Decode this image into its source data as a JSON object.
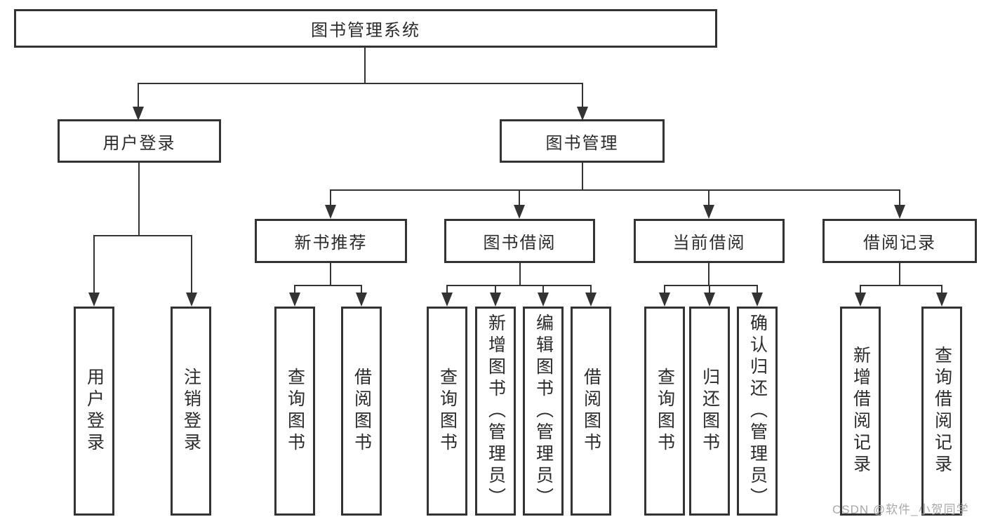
{
  "tree": {
    "label": "图书管理系统",
    "children": [
      {
        "label": "用户登录",
        "children": [
          {
            "label": "用户登录"
          },
          {
            "label": "注销登录"
          }
        ]
      },
      {
        "label": "图书管理",
        "children": [
          {
            "label": "新书推荐",
            "children": [
              {
                "label": "查询图书"
              },
              {
                "label": "借阅图书"
              }
            ]
          },
          {
            "label": "图书借阅",
            "children": [
              {
                "label": "查询图书"
              },
              {
                "label": "新增图书（管理员）"
              },
              {
                "label": "编辑图书（管理员）"
              },
              {
                "label": "借阅图书"
              }
            ]
          },
          {
            "label": "当前借阅",
            "children": [
              {
                "label": "查询图书"
              },
              {
                "label": "归还图书"
              },
              {
                "label": "确认归还（管理员）"
              }
            ]
          },
          {
            "label": "借阅记录",
            "children": [
              {
                "label": "新增借阅记录"
              },
              {
                "label": "查询借阅记录"
              }
            ]
          }
        ]
      }
    ]
  },
  "colors": {
    "line": "#333333",
    "text": "#2b2b2b",
    "watermark_text": "#a9a9a9",
    "background": "#ffffff"
  },
  "watermark": {
    "text": "CSDN @软件_小贺同学"
  }
}
